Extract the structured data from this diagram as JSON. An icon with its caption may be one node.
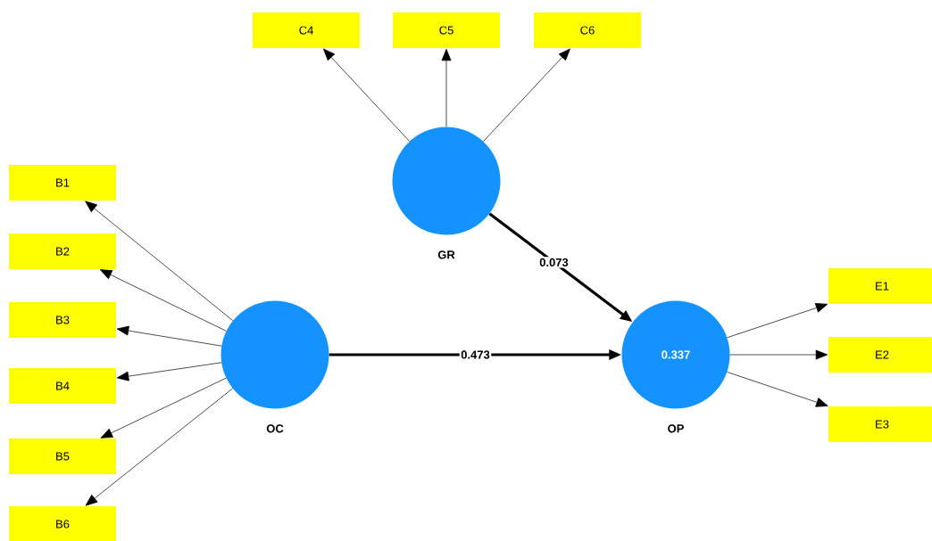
{
  "diagram": {
    "nodes": [
      {
        "text": [
          "C4"
        ]
      },
      {
        "text": [
          "C5"
        ]
      },
      {
        "text": [
          "C6"
        ]
      },
      {
        "text": [],
        "shape": "circle",
        "beside": [
          "GR"
        ]
      },
      {
        "text": [
          "B1"
        ]
      },
      {
        "text": [
          "B2"
        ]
      },
      {
        "text": [
          "B3"
        ]
      },
      {
        "text": [
          "B4"
        ]
      },
      {
        "text": [
          "B5"
        ]
      },
      {
        "text": [
          "B6"
        ]
      },
      {
        "text": [],
        "shape": "circle",
        "beside": [
          "OC"
        ]
      },
      {
        "text": [
          "0.337"
        ],
        "beside": [
          "OP"
        ]
      },
      {
        "text": [
          "E1"
        ]
      },
      {
        "text": [
          "E2"
        ]
      },
      {
        "text": [
          "E3"
        ]
      }
    ],
    "edges": [
      {
        "from": 3,
        "to": 0,
        "arrow": "to"
      },
      {
        "from": 3,
        "to": 1,
        "arrow": "to"
      },
      {
        "from": 3,
        "to": 2,
        "arrow": "to"
      },
      {
        "from": 10,
        "to": 4,
        "arrow": "to"
      },
      {
        "from": 10,
        "to": 5,
        "arrow": "to"
      },
      {
        "from": 10,
        "to": 6,
        "arrow": "to"
      },
      {
        "from": 10,
        "to": 7,
        "arrow": "to"
      },
      {
        "from": 10,
        "to": 8,
        "arrow": "to"
      },
      {
        "from": 10,
        "to": 9,
        "arrow": "to"
      },
      {
        "from": 11,
        "to": 12,
        "arrow": "to"
      },
      {
        "from": 11,
        "to": 13,
        "arrow": "to"
      },
      {
        "from": 11,
        "to": 14,
        "arrow": "to"
      },
      {
        "from": 3,
        "to": 11,
        "arrow": "to",
        "label": "0.073",
        "style": "thick"
      },
      {
        "from": 10,
        "to": 11,
        "arrow": "to",
        "label": "0.473",
        "style": "thick"
      }
    ]
  }
}
